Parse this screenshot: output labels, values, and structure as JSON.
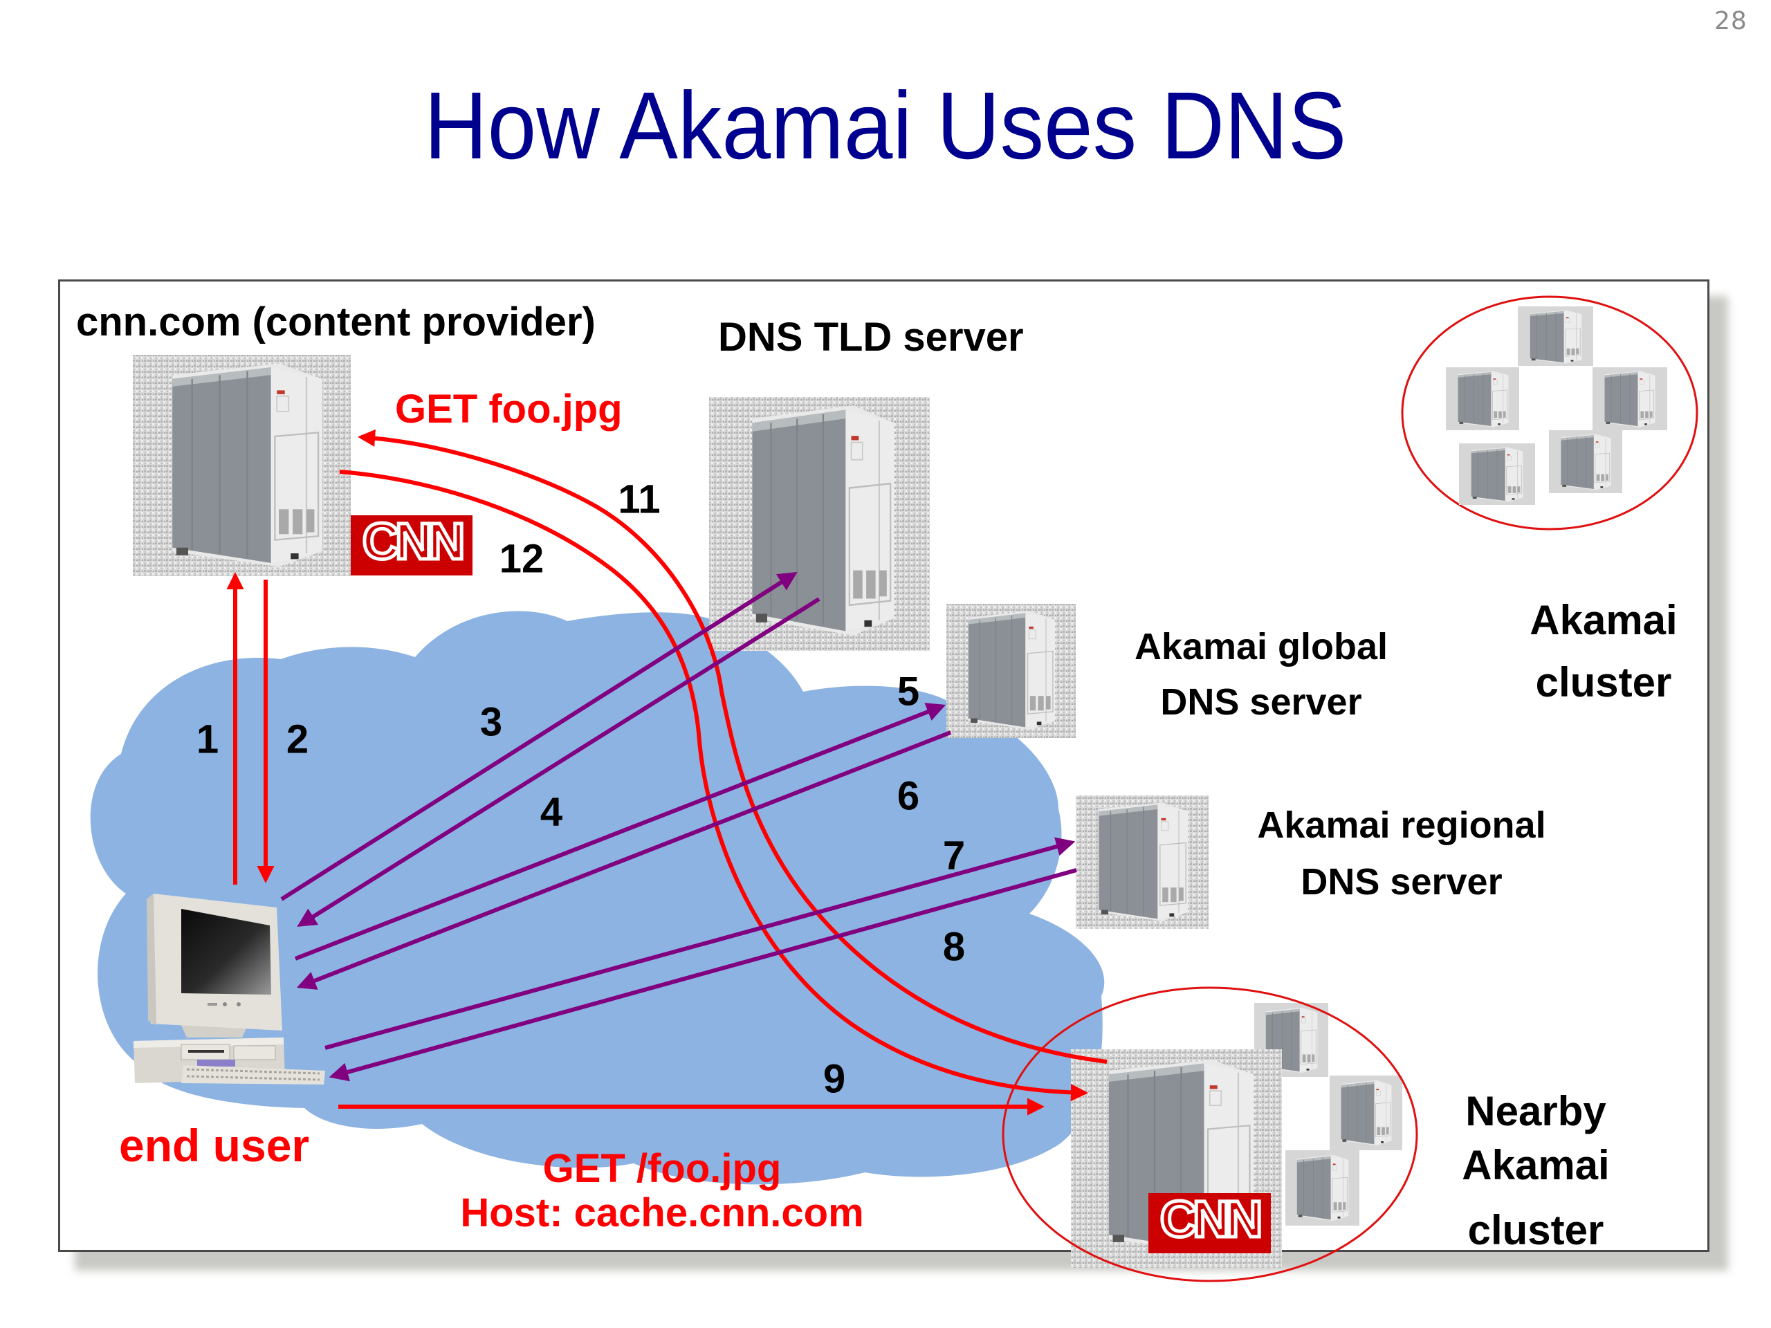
{
  "slide": {
    "number": "28",
    "title": "How Akamai Uses DNS"
  },
  "colors": {
    "title": "#00008f",
    "http_arrows": "#ff0000",
    "dns_arrows": "#800080",
    "internet_cloud": "#8db3e2",
    "cluster_outline": "#e01010",
    "cnn_logo": "#cc0000"
  },
  "nodes": {
    "content_provider": {
      "label": "cnn.com (content provider)",
      "icon": "server-tower-icon",
      "logo": "CNN"
    },
    "tld_server": {
      "label": "DNS TLD server",
      "icon": "server-tower-icon"
    },
    "global_dns": {
      "label_lines": [
        "Akamai global",
        "DNS server"
      ],
      "icon": "server-tower-icon"
    },
    "regional_dns": {
      "label_lines": [
        "Akamai regional",
        "DNS server"
      ],
      "icon": "server-tower-icon"
    },
    "akamai_cluster": {
      "label_lines": [
        "Akamai",
        "cluster"
      ],
      "icon": "server-cluster-icon",
      "server_count": 5
    },
    "nearby_cluster": {
      "label_lines": [
        "Nearby",
        "Akamai",
        "cluster"
      ],
      "icon": "server-cluster-icon",
      "logo": "CNN",
      "server_count": 4
    },
    "end_user": {
      "label": "end user",
      "icon": "desktop-computer-icon"
    }
  },
  "requests": {
    "get_origin": "GET foo.jpg",
    "get_cache_lines": [
      "GET /foo.jpg",
      "Host: cache.cnn.com"
    ]
  },
  "steps": [
    {
      "n": "1",
      "from": "end_user",
      "to": "content_provider",
      "kind": "http"
    },
    {
      "n": "2",
      "from": "content_provider",
      "to": "end_user",
      "kind": "http"
    },
    {
      "n": "3",
      "from": "end_user",
      "to": "tld_server",
      "kind": "dns"
    },
    {
      "n": "4",
      "from": "tld_server",
      "to": "end_user",
      "kind": "dns"
    },
    {
      "n": "5",
      "from": "end_user",
      "to": "global_dns",
      "kind": "dns"
    },
    {
      "n": "6",
      "from": "global_dns",
      "to": "end_user",
      "kind": "dns"
    },
    {
      "n": "7",
      "from": "end_user",
      "to": "regional_dns",
      "kind": "dns"
    },
    {
      "n": "8",
      "from": "regional_dns",
      "to": "end_user",
      "kind": "dns"
    },
    {
      "n": "9",
      "from": "end_user",
      "to": "nearby_cluster",
      "kind": "http"
    },
    {
      "n": "11",
      "from": "nearby_cluster",
      "to": "content_provider",
      "kind": "http"
    },
    {
      "n": "12",
      "from": "content_provider",
      "to": "nearby_cluster",
      "kind": "http"
    }
  ]
}
